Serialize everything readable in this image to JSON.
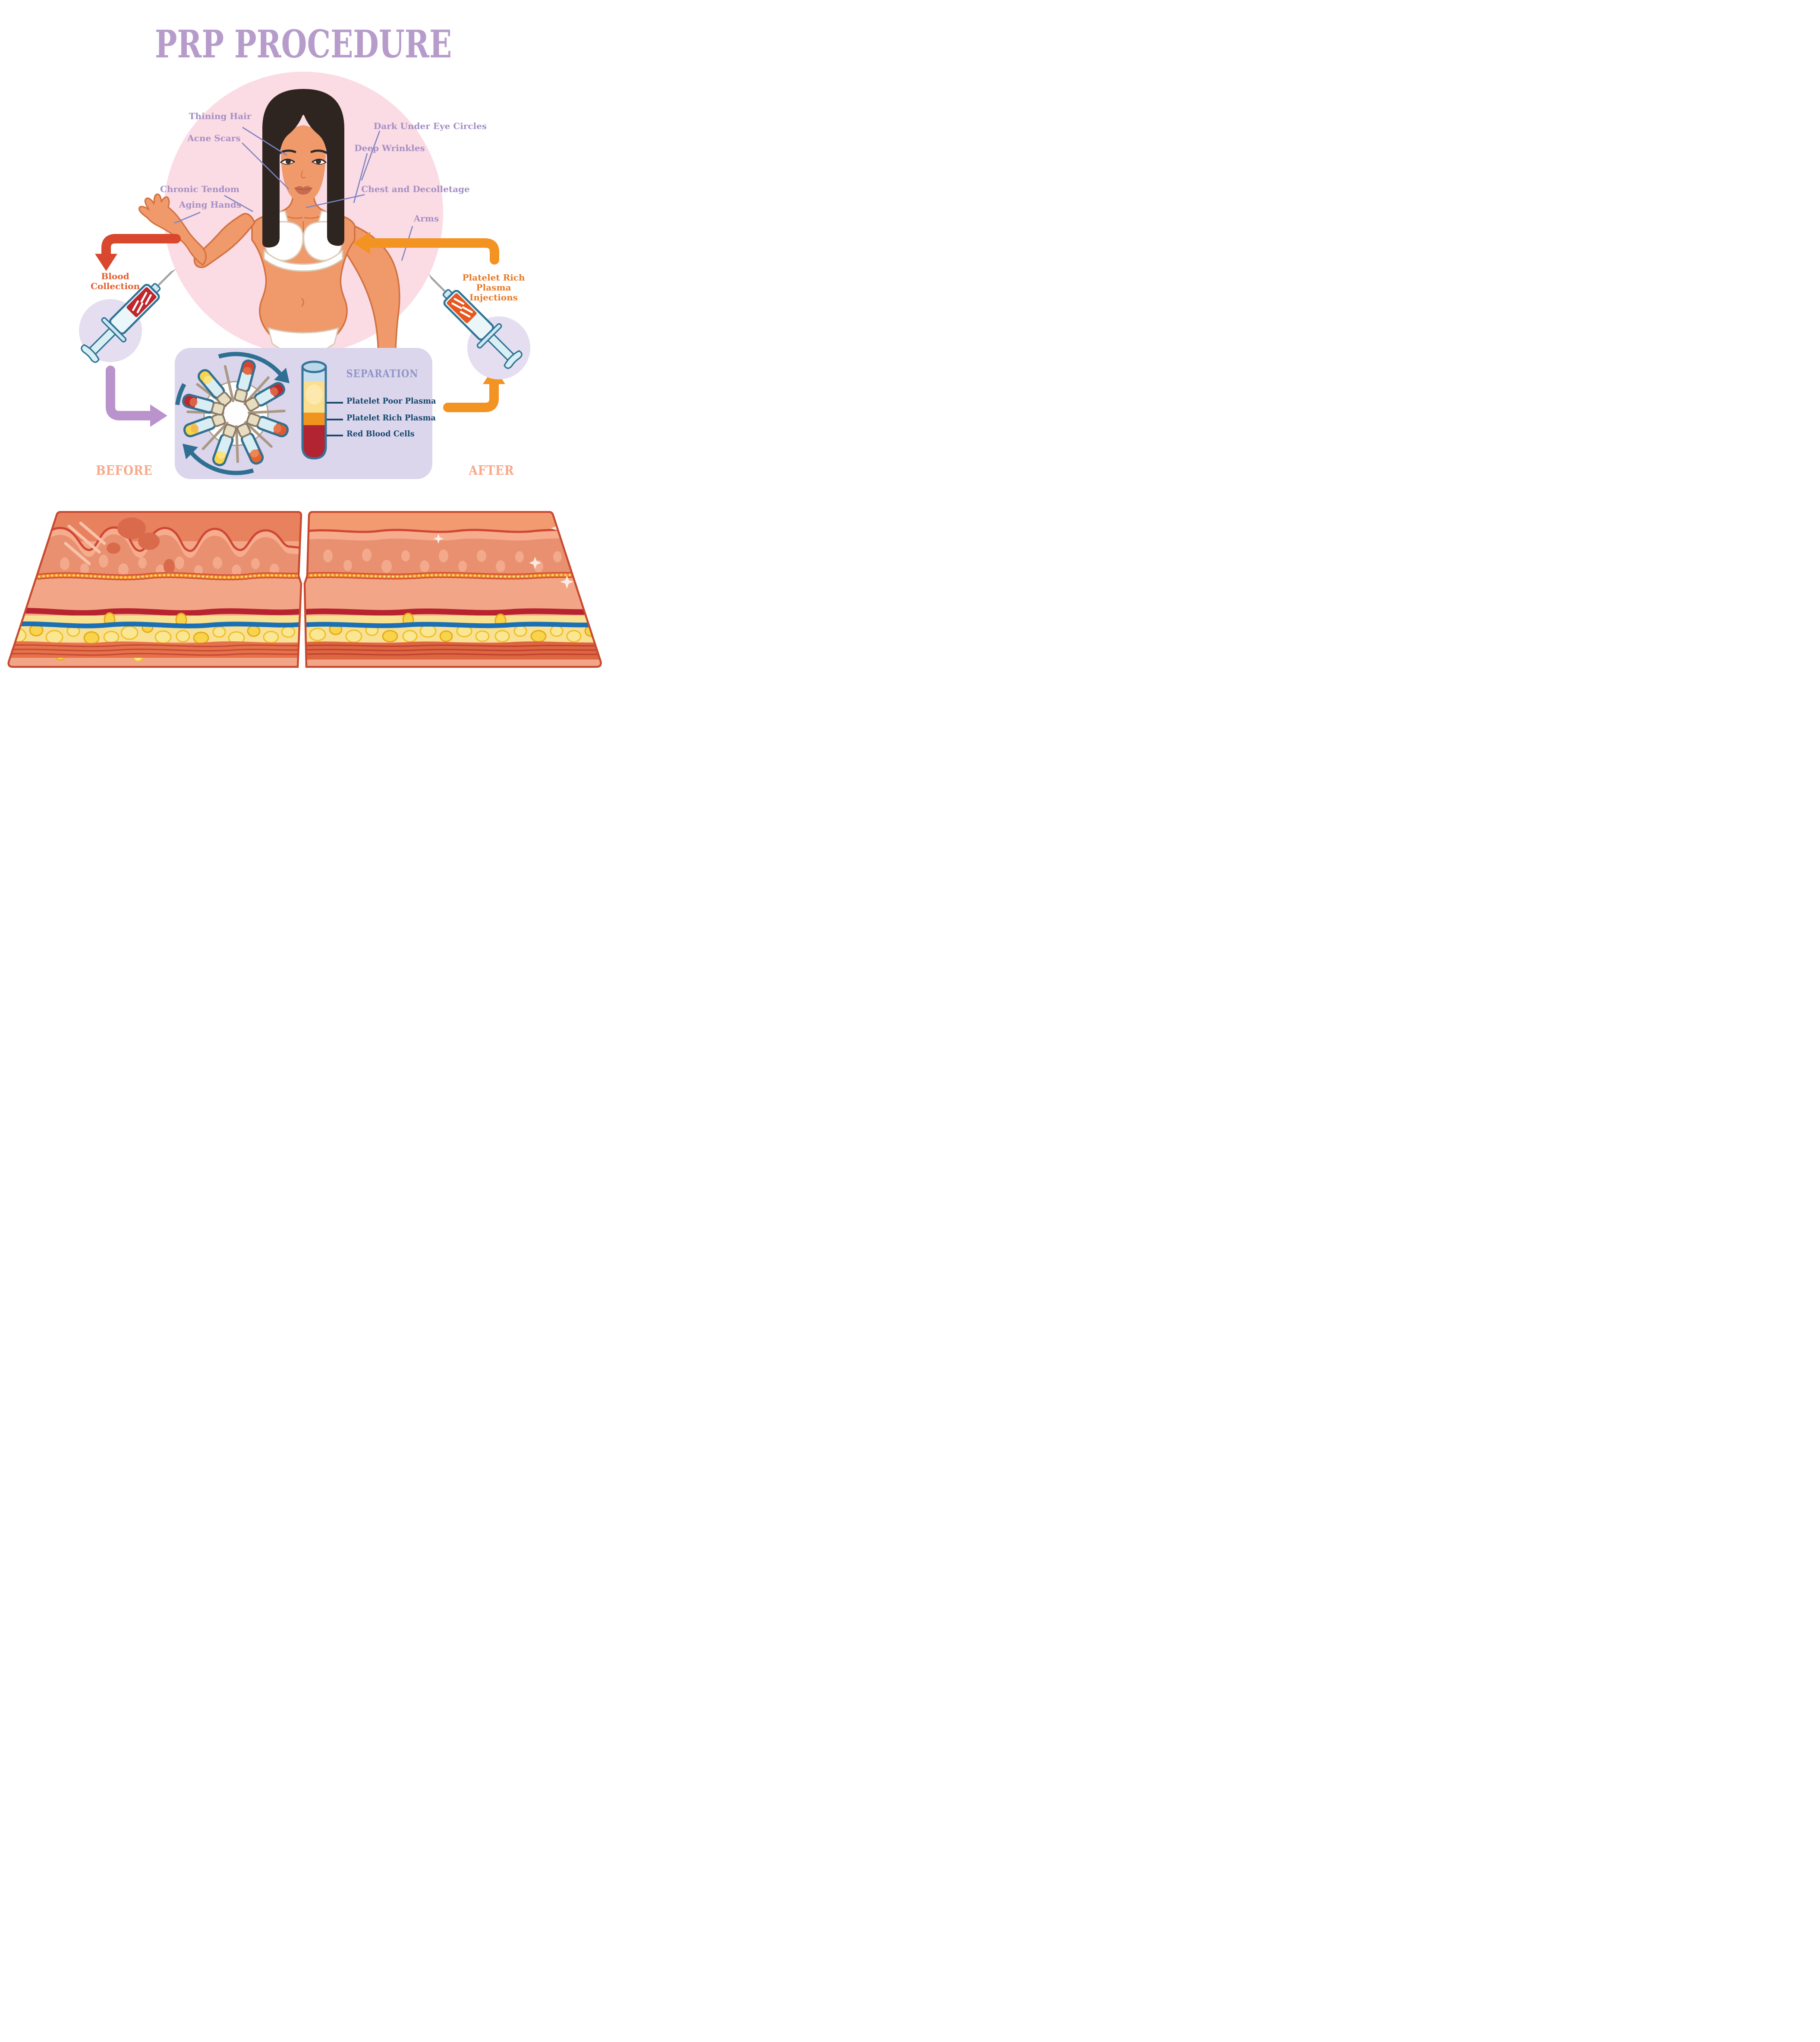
{
  "title": "PRP PROCEDURE",
  "body_labels": {
    "thining_hair": "Thining Hair",
    "acne_scars": "Acne Scars",
    "dark_under_eye_circles": "Dark Under Eye Circles",
    "deep_wrinkles": "Deep Wrinkles",
    "chronic_tendom": "Chronic Tendom",
    "chest_and_decolletage": "Chest and Decolletage",
    "aging_hands": "Aging Hands",
    "arms": "Arms"
  },
  "flow": {
    "blood_collection": "Blood Collection",
    "prp_injections": "Platelet Rich Plasma Injections"
  },
  "separation": {
    "title": "SEPARATION",
    "layers": [
      {
        "name": "Platelet Poor Plasma",
        "color": "#FBDF8E"
      },
      {
        "name": "Platelet Rich Plasma",
        "color": "#F0941F"
      },
      {
        "name": "Red Blood Cells",
        "color": "#B22432"
      }
    ]
  },
  "comparison": {
    "before": "BEFORE",
    "after": "AFTER"
  },
  "colors": {
    "title_purple": "#B79CCB",
    "label_purple": "#A690C5",
    "leader_line": "#7B84C2",
    "pink_circle": "#FBDBE4",
    "skin": "#F09A6C",
    "skin_outline": "#D2713F",
    "hair": "#2E2520",
    "red_arrow": "#D8472E",
    "orange_arrow": "#F39322",
    "purple_arrow": "#BB93CC",
    "lavender_circle": "#E4DEF0",
    "panel_lavender": "#DCD6EC",
    "navy_text": "#17496E",
    "separation_text": "#8E96C9",
    "orange_text": "#E87B28",
    "blood_red": "#C0262C",
    "prp_orange": "#E8571E",
    "before_after_text": "#F8A98A",
    "syringe_blue": "#2E7396"
  },
  "icons": {
    "syringe_blood": "syringe-blood-icon",
    "syringe_prp": "syringe-prp-icon",
    "centrifuge": "centrifuge-icon",
    "test_tube": "test-tube-icon",
    "rotation_arrows": "rotation-arrows-icon",
    "sparkle": "sparkle-icon"
  }
}
